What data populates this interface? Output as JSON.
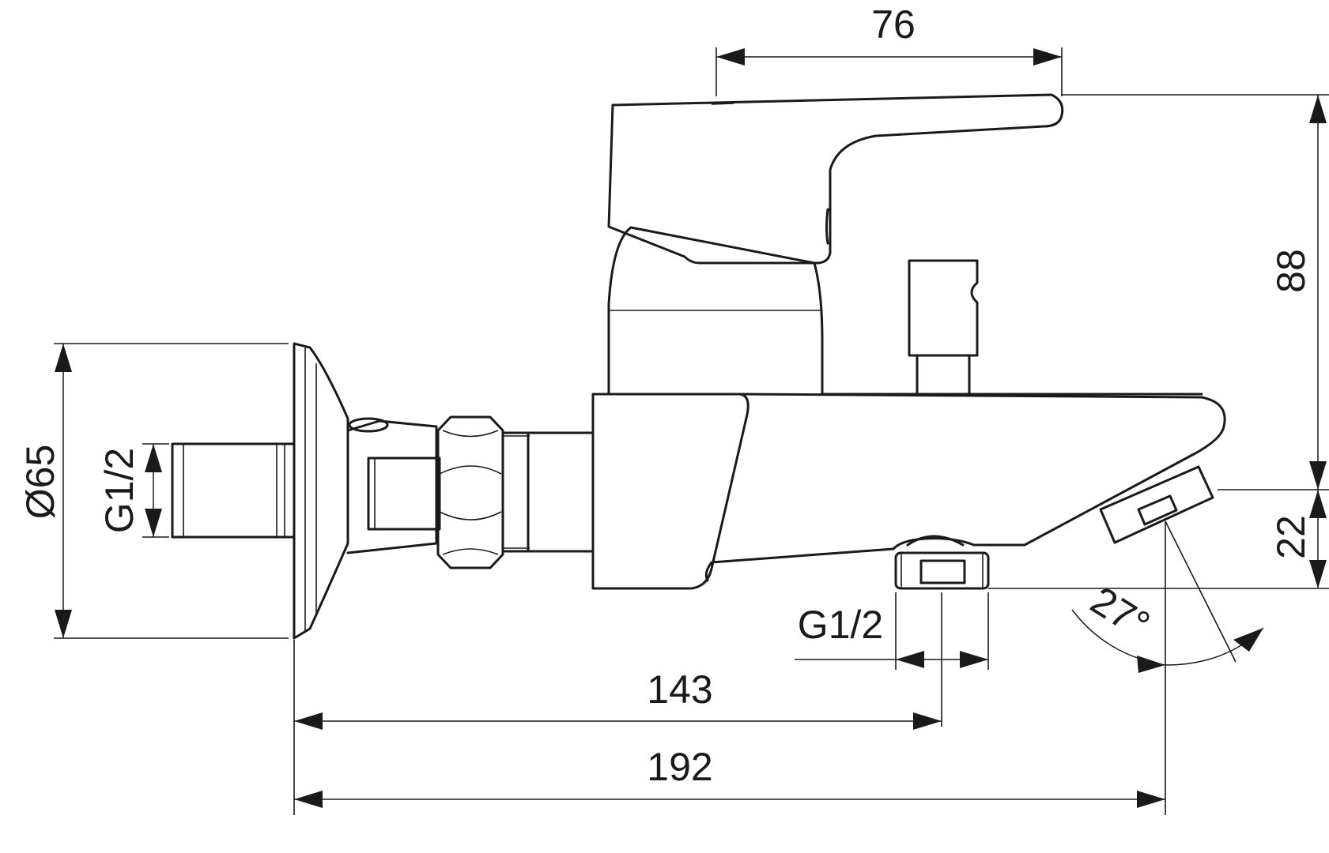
{
  "dimensions": {
    "lever_width": "76",
    "total_height": "88",
    "spout_height": "22",
    "wall_plate_diameter": "Ø65",
    "inlet_thread": "G1/2",
    "outlet_thread": "G1/2",
    "outlet_distance": "143",
    "total_length": "192",
    "spout_angle": "27°"
  },
  "colors": {
    "line": "#1a1a1a",
    "background": "#ffffff"
  }
}
